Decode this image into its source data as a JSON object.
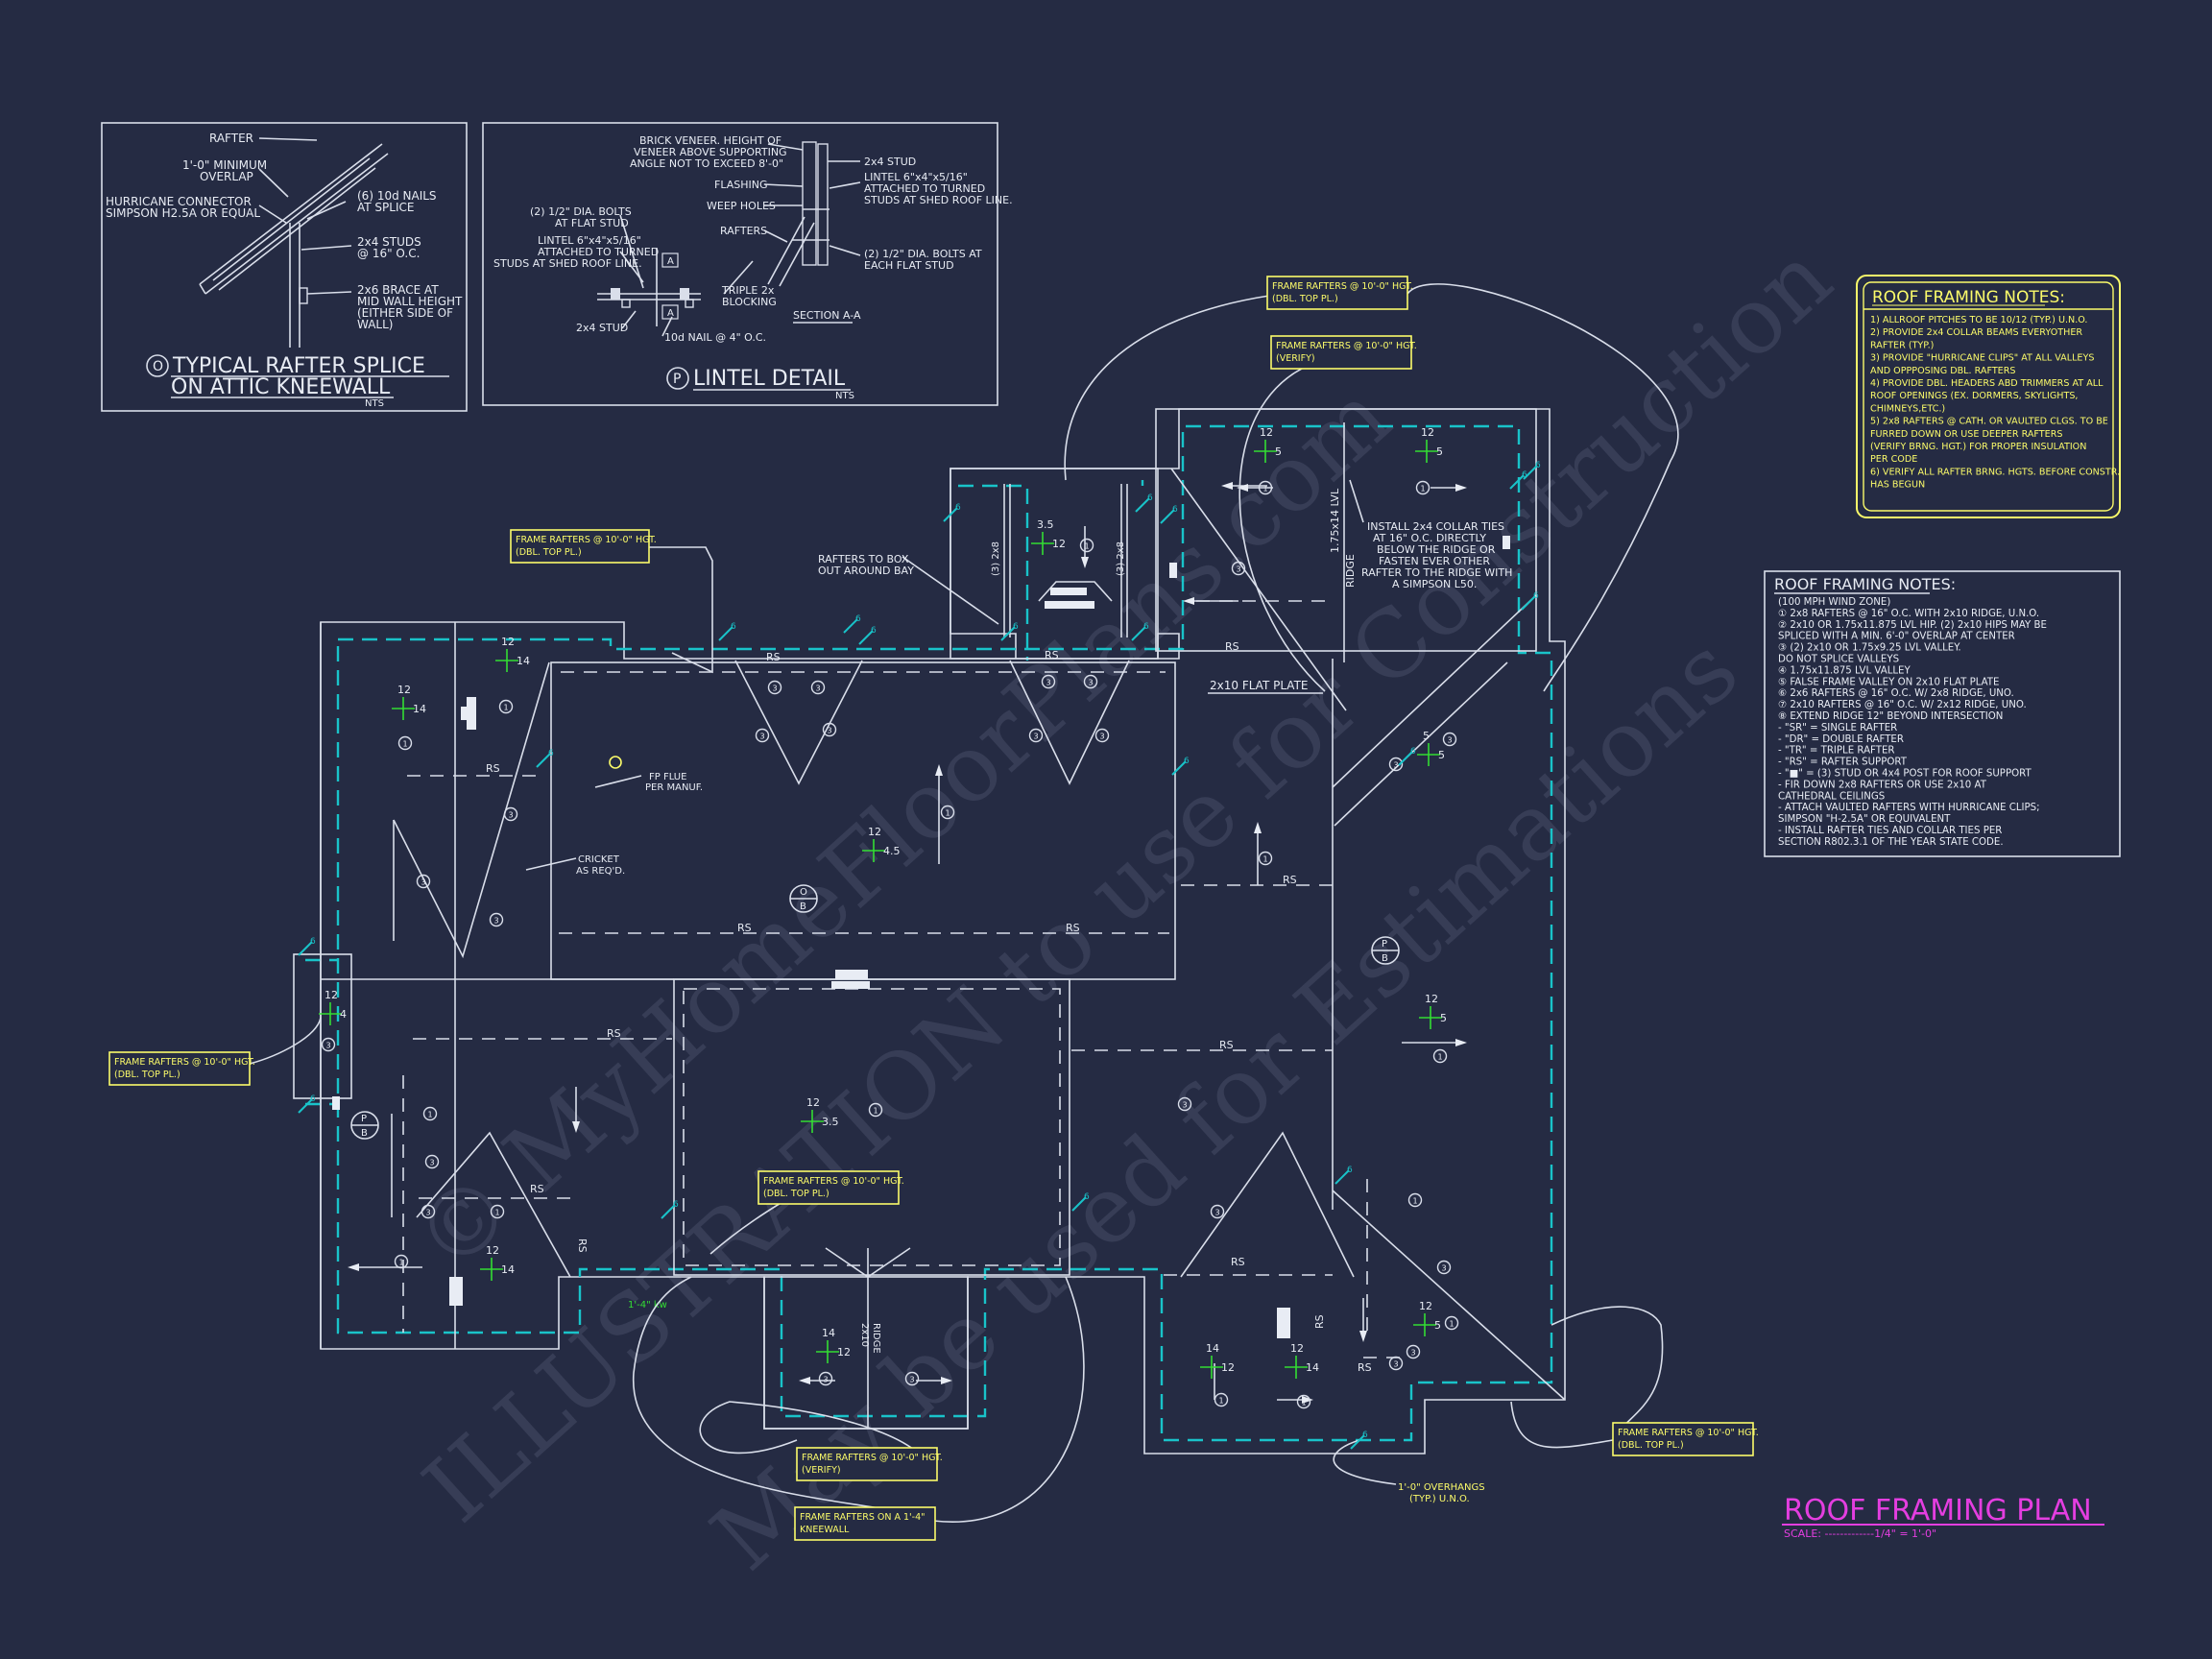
{
  "watermark": {
    "line1": "© MyHomeFloorPlans.com",
    "line2": "ILLUSTRATION to use for Construction",
    "line3": "May be used for Estimations"
  },
  "details": {
    "splice": {
      "rafter": "RAFTER",
      "min_overlap_1": "1'-0\" MINIMUM",
      "min_overlap_2": "OVERLAP",
      "connector_1": "HURRICANE CONNECTOR",
      "connector_2": "SIMPSON H2.5A OR EQUAL",
      "nails_1": "(6) 10d NAILS",
      "nails_2": "AT SPLICE",
      "studs_1": "2x4 STUDS",
      "studs_2": "@ 16\" O.C.",
      "brace_1": "2x6 BRACE AT",
      "brace_2": "MID WALL HEIGHT",
      "brace_3": "(EITHER SIDE OF",
      "brace_4": "WALL)",
      "tag": "O",
      "title_1": "TYPICAL RAFTER SPLICE",
      "title_2": "ON ATTIC KNEEWALL",
      "scale": "NTS"
    },
    "lintel": {
      "brick_1": "BRICK VENEER.  HEIGHT OF",
      "brick_2": "VENEER ABOVE SUPPORTING",
      "brick_3": "ANGLE NOT TO EXCEED 8'-0\"",
      "flashing": "FLASHING",
      "weep": "WEEP HOLES",
      "rafters": "RAFTERS",
      "bolts_1": "(2) 1/2\" DIA. BOLTS",
      "bolts_2": "AT FLAT STUD",
      "lintel_1": "LINTEL 6\"x4\"x5/16\"",
      "lintel_2": "ATTACHED TO TURNED",
      "lintel_3": "STUDS AT SHED ROOF LINE.",
      "blocking_1": "TRIPLE 2x",
      "blocking_2": "BLOCKING",
      "stud": "2x4 STUD",
      "nail": "10d NAIL @ 4\" O.C.",
      "r_stud": "2x4 STUD",
      "r_lintel_1": "LINTEL 6\"x4\"x5/16\"",
      "r_lintel_2": "ATTACHED TO TURNED",
      "r_lintel_3": "STUDS AT SHED ROOF LINE.",
      "r_bolts_1": "(2) 1/2\" DIA. BOLTS AT",
      "r_bolts_2": "EACH FLAT STUD",
      "section": "SECTION A-A",
      "sec_mark": "A",
      "tag": "P",
      "title": "LINTEL DETAIL",
      "scale": "NTS"
    }
  },
  "notes_yellow": {
    "title": "ROOF FRAMING NOTES:",
    "lines": [
      "1) ALLROOF PITCHES TO BE  10/12 (TYP.) U.N.O.",
      "2) PROVIDE 2x4 COLLAR BEAMS EVERYOTHER",
      "    RAFTER (TYP.)",
      "3) PROVIDE \"HURRICANE CLIPS\" AT ALL VALLEYS",
      "    AND OPPPOSING DBL. RAFTERS",
      "4) PROVIDE DBL. HEADERS ABD TRIMMERS AT ALL",
      "    ROOF OPENINGS (EX. DORMERS, SKYLIGHTS,",
      "    CHIMNEYS,ETC.)",
      "5) 2x8 RAFTERS @ CATH. OR VAULTED CLGS. TO BE",
      "    FURRED DOWN OR USE DEEPER RAFTERS",
      "    (VERIFY BRNG. HGT.) FOR PROPER INSULATION",
      "    PER CODE",
      "6) VERIFY ALL RAFTER BRNG. HGTS. BEFORE CONSTR.",
      "    HAS BEGUN"
    ]
  },
  "notes_white": {
    "title": "ROOF FRAMING NOTES:",
    "lines": [
      "(100 MPH WIND ZONE)",
      "①  2x8 RAFTERS @ 16\" O.C. WITH 2x10 RIDGE, U.N.O.",
      "②  2x10 OR 1.75x11.875 LVL HIP. (2) 2x10 HIPS MAY BE",
      "      SPLICED WITH A MIN. 6'-0\" OVERLAP AT CENTER",
      "③  (2) 2x10 OR 1.75x9.25 LVL VALLEY.",
      "      DO NOT SPLICE VALLEYS",
      "④  1.75x11.875 LVL VALLEY",
      "⑤  FALSE FRAME VALLEY ON 2x10 FLAT PLATE",
      "⑥  2x6 RAFTERS @ 16\" O.C. W/ 2x8 RIDGE, UNO.",
      "⑦  2x10 RAFTERS @ 16\" O.C. W/ 2x12 RIDGE, UNO.",
      "⑧  EXTEND RIDGE 12\" BEYOND INTERSECTION",
      "-   \"SR\" = SINGLE RAFTER",
      "-   \"DR\" = DOUBLE RAFTER",
      "-   \"TR\" = TRIPLE RAFTER",
      "-   \"RS\" = RAFTER SUPPORT",
      "-   \"■\" = (3) STUD OR 4x4 POST FOR ROOF SUPPORT",
      "-   FIR DOWN 2x8 RAFTERS OR USE 2x10 AT",
      "     CATHEDRAL CEILINGS",
      "-   ATTACH VAULTED RAFTERS WITH HURRICANE CLIPS;",
      "     SIMPSON \"H-2.5A\" OR EQUIVALENT",
      "-   INSTALL RAFTER TIES AND COLLAR TIES PER",
      "     SECTION R802.3.1 OF THE YEAR STATE CODE."
    ]
  },
  "callouts": {
    "c1": [
      "FRAME RAFTERS @ 10'-0\" HGT.",
      "(DBL. TOP PL.)"
    ],
    "c2": [
      "FRAME RAFTERS @ 10'-0\" HGT.",
      "(VERIFY)"
    ],
    "c3": [
      "FRAME RAFTERS @ 10'-0\" HGT.",
      "(DBL. TOP PL.)"
    ],
    "c4": [
      "FRAME RAFTERS @ 10'-0\" HGT.",
      "(DBL. TOP PL.)"
    ],
    "c5": [
      "FRAME RAFTERS @ 10'-0\" HGT.",
      "(DBL. TOP PL.)"
    ],
    "c6": [
      "FRAME RAFTERS @ 10'-0\" HGT.",
      "(VERIFY)"
    ],
    "c7": [
      "FRAME RAFTERS ON A 1'-4\"",
      "KNEEWALL"
    ],
    "c8": [
      "FRAME RAFTERS @ 10'-0\" HGT.",
      "(DBL. TOP PL.)"
    ]
  },
  "plan_labels": {
    "rafters_box_1": "RAFTERS TO BOX",
    "rafters_box_2": "OUT AROUND BAY",
    "collar_1": "INSTALL 2x4 COLLAR TIES",
    "collar_2": "AT 16\" O.C. DIRECTLY",
    "collar_3": "BELOW THE RIDGE OR",
    "collar_4": "FASTEN EVER OTHER",
    "collar_5": "RAFTER TO THE RIDGE WITH",
    "collar_6": "A SIMPSON L50.",
    "lvl_ridge_1": "1.75x14 LVL",
    "lvl_ridge_2": "RIDGE",
    "flat_plate": "2x10 FLAT PLATE",
    "fp_flue_1": "FP FLUE",
    "fp_flue_2": "PER MANUF.",
    "cricket_1": "CRICKET",
    "cricket_2": "AS REQ'D.",
    "ridge_2x10_1": "2x10",
    "ridge_2x10_2": "RIDGE",
    "overhang_1": "1'-0\" OVERHANGS",
    "overhang_2": "(TYP.) U.N.O.",
    "kneewall_dim": "1'-4\" kw",
    "two_x8_a": "(3) 2x8",
    "two_x8_b": "(3) 2x8",
    "rs": "RS",
    "pitch12": "12",
    "pitch14": "14",
    "pitch5": "5",
    "pitch4": "4",
    "pitch35": "3.5",
    "pitch45": "4.5",
    "mark1": "1",
    "mark3": "3",
    "tagO": "O",
    "tagP": "P",
    "tagB": "B",
    "six": "6"
  },
  "title_block": {
    "title": "ROOF FRAMING PLAN",
    "scale": "SCALE: -------------1/4\" = 1'-0\""
  },
  "colors": {
    "background": "#252b43",
    "linework": "#d9deea",
    "dash_cyan": "#19c3c9",
    "notes_yellow": "#fbfb6a",
    "title_magenta": "#e43ee0",
    "pitch_green": "#33dd33"
  }
}
